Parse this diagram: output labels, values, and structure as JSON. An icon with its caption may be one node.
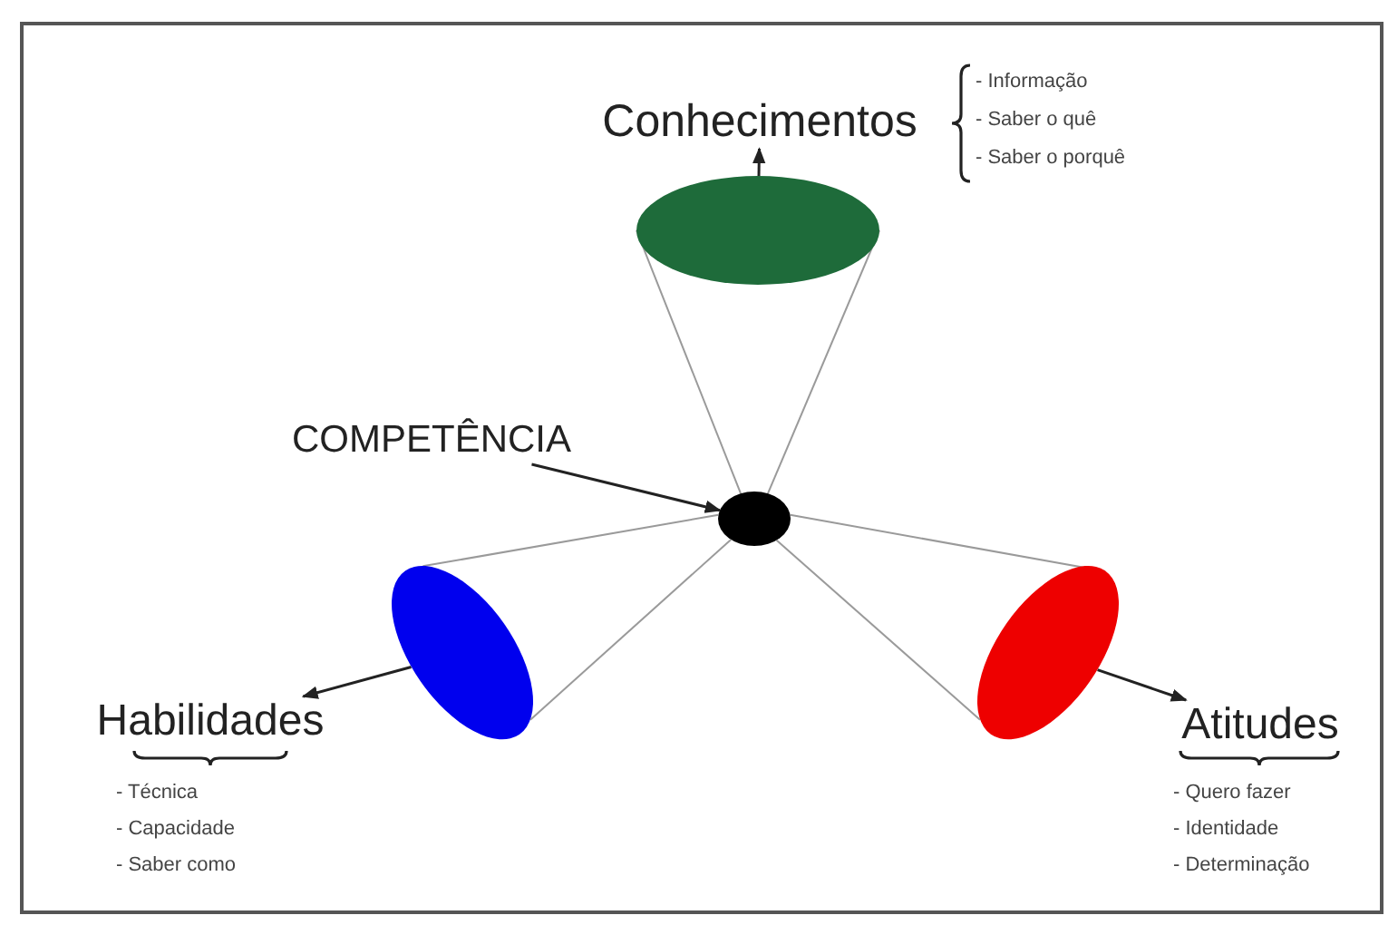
{
  "diagram": {
    "nodes": [
      {
        "text": [
          "Conhecimentos"
        ],
        "beside": [
          "- Informação",
          "- Saber o quê",
          "- Saber o porquê"
        ]
      },
      {
        "text": [],
        "shape": "ellipse"
      },
      {
        "text": [
          "COMPETÊNCIA"
        ]
      },
      {
        "text": [],
        "shape": "ellipse"
      },
      {
        "text": [],
        "shape": "ellipse"
      },
      {
        "text": [
          "Habilidades"
        ],
        "beside": [
          "- Técnica",
          "- Capacidade",
          "- Saber como"
        ]
      },
      {
        "text": [],
        "shape": "ellipse"
      },
      {
        "text": [
          "Atitudes"
        ],
        "beside": [
          "- Quero fazer",
          "- Identidade",
          "- Determinação"
        ]
      }
    ],
    "edges": [
      {
        "from": 1,
        "to": 0,
        "arrow": "to",
        "color": "#222222"
      },
      {
        "from": 3,
        "to": 1,
        "arrow": "none"
      },
      {
        "from": 3,
        "to": 1,
        "arrow": "none"
      },
      {
        "from": 2,
        "to": 3,
        "arrow": "to",
        "color": "#222222"
      },
      {
        "from": 3,
        "to": 4,
        "arrow": "none"
      },
      {
        "from": 3,
        "to": 4,
        "arrow": "none"
      },
      {
        "from": 3,
        "to": 6,
        "arrow": "none"
      },
      {
        "from": 3,
        "to": 6,
        "arrow": "none"
      },
      {
        "from": 4,
        "to": 5,
        "arrow": "to",
        "color": "#222222"
      },
      {
        "from": 6,
        "to": 7,
        "arrow": "to",
        "color": "#222222"
      }
    ]
  }
}
